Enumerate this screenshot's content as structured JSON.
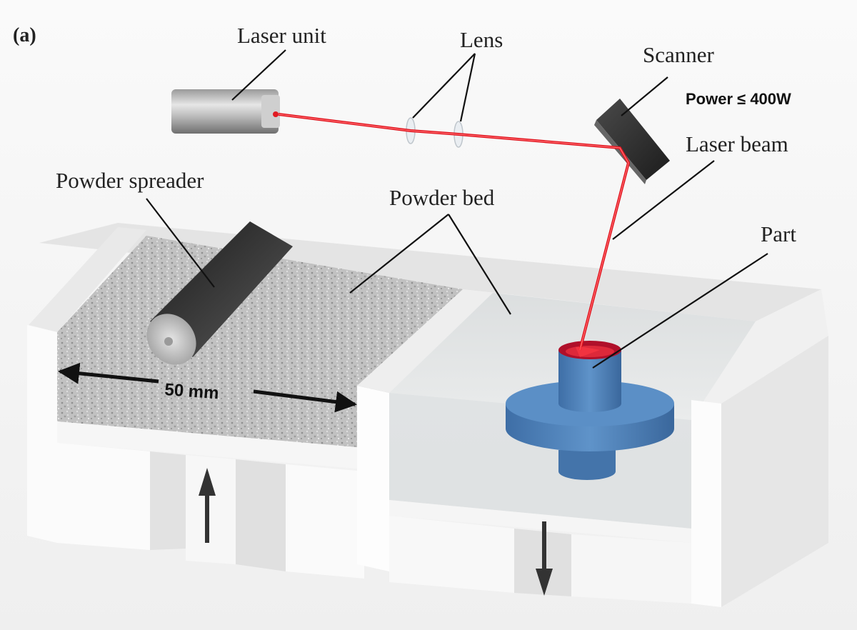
{
  "panel_label": "(a)",
  "labels": {
    "laser_unit": "Laser unit",
    "lens": "Lens",
    "scanner": "Scanner",
    "power": "Power ≤ 400W",
    "laser_beam": "Laser beam",
    "powder_spreader": "Powder spreader",
    "powder_bed": "Powder bed",
    "part": "Part",
    "dimension": "50 mm"
  },
  "colors": {
    "laser": "#e0141e",
    "part": "#4a7fb8",
    "machine": "#f0f0f0",
    "powder": "#b9b9b9",
    "roller": "#3e3e3e"
  },
  "icons": {
    "feed_piston": "arrow-up-icon",
    "build_piston": "arrow-down-icon"
  }
}
